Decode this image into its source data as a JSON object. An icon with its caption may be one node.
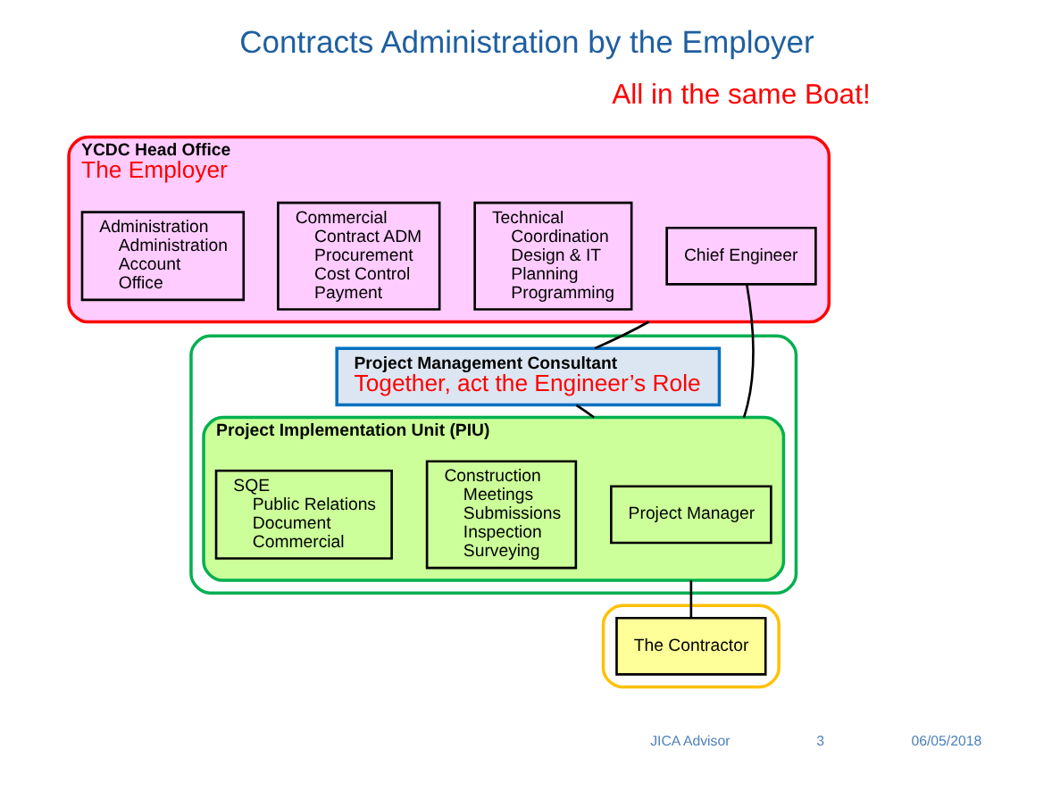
{
  "diagram": {
    "title": "Contracts Administration by the Employer",
    "nodes": [
      {
        "text": [
          "YCDC Head Office",
          "The Employer"
        ]
      },
      {
        "text": [
          "Chief Engineer"
        ],
        "in": 0
      },
      {
        "text": [
          "Technical",
          "Coordination",
          "Design & IT",
          "Planning",
          "Programming"
        ],
        "in": 0
      },
      {
        "text": [
          "Commercial",
          "Contract ADM",
          "Procurement",
          "Cost Control",
          "Payment"
        ],
        "in": 0
      },
      {
        "text": [
          "Administration",
          "Administration",
          "Account",
          "Office"
        ],
        "in": 0
      },
      {
        "text": [],
        "shape": "box"
      },
      {
        "text": [
          "Project Management Consultant",
          "Together, act the Engineer’s Role"
        ],
        "in": 5
      },
      {
        "text": [
          "Project Implementation Unit (PIU)"
        ],
        "in": 5
      },
      {
        "text": [
          "Project Manager"
        ],
        "in": 7
      },
      {
        "text": [
          "Construction",
          "Meetings",
          "Submissions",
          "Inspection",
          "Surveying"
        ],
        "in": 7
      },
      {
        "text": [
          "SQE",
          "Public Relations",
          "Document",
          "Commercial"
        ],
        "in": 7
      },
      {
        "text": [],
        "shape": "box"
      },
      {
        "text": [
          "The Contractor"
        ],
        "in": 11
      }
    ],
    "edges": [
      {
        "from": 0,
        "to": 6,
        "arrow": "none"
      },
      {
        "from": 1,
        "to": 7,
        "arrow": "none"
      },
      {
        "from": 6,
        "to": 7,
        "arrow": "none"
      },
      {
        "from": 7,
        "to": 12,
        "arrow": "none"
      }
    ],
    "labels": [
      "All in the same Boat!",
      "JICA Advisor",
      "3",
      "06/05/2018"
    ]
  }
}
